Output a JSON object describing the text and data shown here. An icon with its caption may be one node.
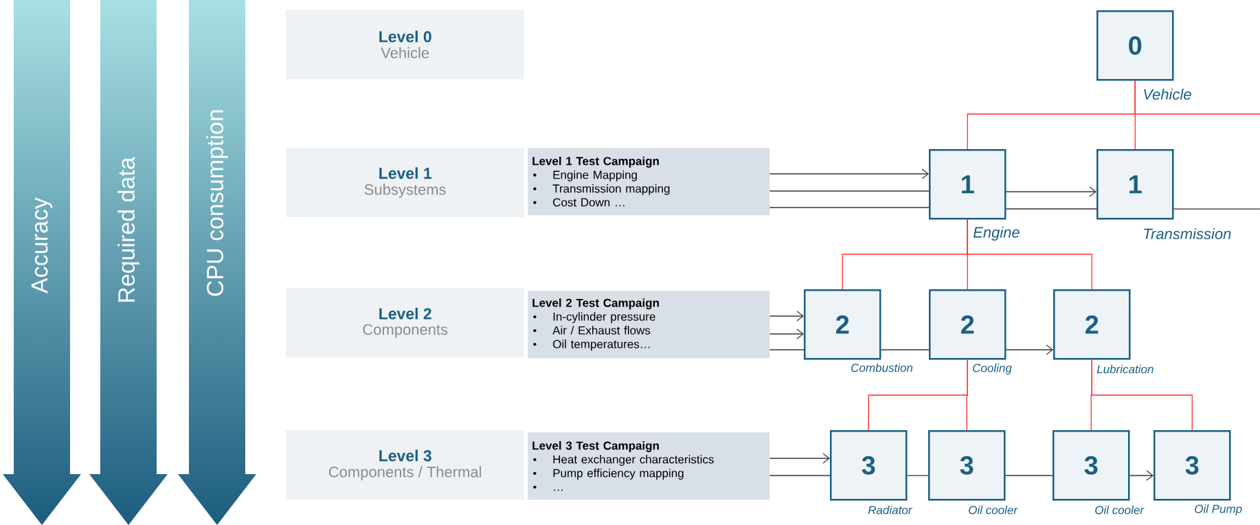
{
  "diagram": {
    "nodes": [
      {
        "text": [
          "Accuracy"
        ]
      },
      {
        "text": [
          "Required data"
        ]
      },
      {
        "text": [
          "CPU consumption"
        ]
      },
      {
        "text": [
          "Level 0",
          "Vehicle"
        ]
      },
      {
        "text": [
          "Level 1",
          "Subsystems"
        ]
      },
      {
        "text": [
          "Level 2",
          "Components"
        ]
      },
      {
        "text": [
          "Level 3",
          "Components / Thermal"
        ]
      },
      {
        "text": [
          "Level 1 Test Campaign",
          "Engine Mapping",
          "Transmission mapping",
          "Cost Down …"
        ]
      },
      {
        "text": [
          "Level 2 Test Campaign",
          "In-cylinder pressure",
          "Air / Exhaust flows",
          "Oil temperatures…"
        ]
      },
      {
        "text": [
          "Level 3 Test Campaign",
          "Heat exchanger characteristics",
          "Pump efficiency mapping",
          "…"
        ]
      },
      {
        "text": [
          "0"
        ],
        "beside": [
          "Vehicle"
        ]
      },
      {
        "text": [
          "1"
        ],
        "beside": [
          "Engine"
        ]
      },
      {
        "text": [
          "1"
        ],
        "beside": [
          "Transmission"
        ]
      },
      {
        "text": [
          "2"
        ],
        "beside": [
          "Combustion"
        ]
      },
      {
        "text": [
          "2"
        ],
        "beside": [
          "Cooling"
        ]
      },
      {
        "text": [
          "2"
        ],
        "beside": [
          "Lubrication"
        ]
      },
      {
        "text": [
          "3"
        ],
        "beside": [
          "Radiator"
        ]
      },
      {
        "text": [
          "3"
        ],
        "beside": [
          "Oil cooler"
        ]
      },
      {
        "text": [
          "3"
        ],
        "beside": [
          "Oil cooler"
        ]
      },
      {
        "text": [
          "3"
        ],
        "beside": [
          "Oil Pump"
        ]
      }
    ],
    "edges": [
      {
        "from": 7,
        "to": 11,
        "arrow": "to"
      },
      {
        "from": 7,
        "to": 11,
        "arrow": "none"
      },
      {
        "from": 7,
        "to": 11,
        "arrow": "none"
      },
      {
        "from": 11,
        "to": 12,
        "arrow": "to"
      },
      {
        "from": 11,
        "to": 12,
        "arrow": "none"
      },
      {
        "from": 12,
        "to": null,
        "arrow": "none"
      },
      {
        "from": 8,
        "to": 13,
        "arrow": "to"
      },
      {
        "from": 8,
        "to": 13,
        "arrow": "to"
      },
      {
        "from": 8,
        "to": 13,
        "arrow": "none"
      },
      {
        "from": 13,
        "to": 14,
        "arrow": "none"
      },
      {
        "from": 14,
        "to": 15,
        "arrow": "to"
      },
      {
        "from": 9,
        "to": 16,
        "arrow": "to"
      },
      {
        "from": 9,
        "to": 16,
        "arrow": "none"
      },
      {
        "from": 16,
        "to": 17,
        "arrow": "none"
      },
      {
        "from": 17,
        "to": 18,
        "arrow": "none"
      },
      {
        "from": 18,
        "to": 19,
        "arrow": "to"
      },
      {
        "from": 10,
        "to": 11,
        "arrow": "none",
        "color": "#ff2a2a"
      },
      {
        "from": 10,
        "to": 12,
        "arrow": "none",
        "color": "#ff2a2a"
      },
      {
        "from": 10,
        "to": null,
        "arrow": "none",
        "color": "#ff2a2a"
      },
      {
        "from": 11,
        "to": 13,
        "arrow": "none",
        "color": "#ff2a2a"
      },
      {
        "from": 11,
        "to": 14,
        "arrow": "none",
        "color": "#ff2a2a"
      },
      {
        "from": 11,
        "to": 15,
        "arrow": "none",
        "color": "#ff2a2a"
      },
      {
        "from": 14,
        "to": 16,
        "arrow": "none",
        "color": "#ff2a2a"
      },
      {
        "from": 14,
        "to": 17,
        "arrow": "none",
        "color": "#ff2a2a"
      },
      {
        "from": 15,
        "to": 18,
        "arrow": "none",
        "color": "#ff2a2a"
      },
      {
        "from": 15,
        "to": 19,
        "arrow": "none",
        "color": "#ff2a2a"
      }
    ]
  }
}
